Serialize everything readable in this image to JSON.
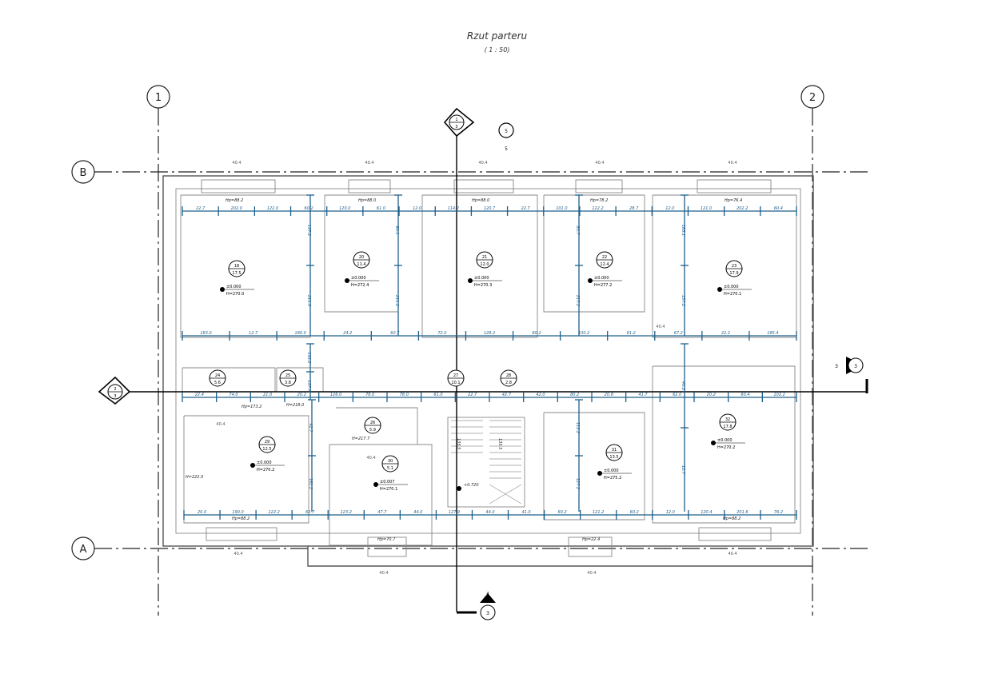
{
  "drawing": {
    "title": "Rzut parteru",
    "scale": "( 1 : 50)"
  },
  "grid": {
    "vertical": [
      "1",
      "2"
    ],
    "horizontal": [
      "B",
      "A"
    ]
  },
  "section_markers": {
    "top": {
      "letter": "1",
      "sheet": "3"
    },
    "left": {
      "letter": "2",
      "sheet": "3"
    },
    "right": {
      "letter": "3",
      "sheet": "3"
    },
    "bottom": {
      "letter": "4",
      "sheet": "3"
    },
    "elevation": "5"
  },
  "rooms": [
    {
      "number": "18",
      "area": "17.5",
      "level": "±0.000",
      "height": "H=270.0"
    },
    {
      "number": "20",
      "area": "11.4",
      "level": "±0.000",
      "height": "H=272.4"
    },
    {
      "number": "21",
      "area": "12.0",
      "level": "±0.000",
      "height": "H=270.3"
    },
    {
      "number": "22",
      "area": "12.4",
      "level": "±0.000",
      "height": "H=277.2"
    },
    {
      "number": "23",
      "area": "17.9",
      "level": "±0.000",
      "height": "H=270.1"
    },
    {
      "number": "24",
      "area": "5.6"
    },
    {
      "number": "25",
      "area": "3.8"
    },
    {
      "number": "26",
      "area": "5.9"
    },
    {
      "number": "27",
      "area": "10.1"
    },
    {
      "number": "28",
      "area": "2.8"
    },
    {
      "number": "29",
      "area": "12.5",
      "level": "±0.000",
      "height": "H=270.2"
    },
    {
      "number": "30",
      "area": "5.1",
      "level": "±0.007",
      "height": "H=270.1"
    },
    {
      "number": "31",
      "area": "13.5",
      "level": "±0.000",
      "height": "H=275.2"
    },
    {
      "number": "32",
      "area": "17.8",
      "level": "±0.000",
      "height": "H=270.2"
    }
  ],
  "stair": {
    "level": "+0.720",
    "label_a": "135.5",
    "label_b": "135.5"
  },
  "window_labels": {
    "top": [
      "Hp=88.2",
      "Hp=88.0",
      "Hp=88.0",
      "Hp=78.2",
      "Hp=76.4"
    ],
    "bottom": [
      "Hp=88.2",
      "Hp=70.7",
      "Hp=22.4",
      "Hp=88.2"
    ],
    "misc": [
      "Hp=173.2",
      "H=218.0",
      "H=217.7",
      "H=222.0"
    ]
  },
  "dimensions": {
    "top_row": [
      "22.7",
      "202.0",
      "122.0",
      "60.2",
      "120.0",
      "61.0",
      "12.0",
      "114.2",
      "120.7",
      "22.7",
      "101.0",
      "122.2",
      "28.7",
      "12.0",
      "121.0",
      "202.2",
      "60.4"
    ],
    "upper_mid": [
      "183.0",
      "12.7",
      "180.0",
      "24.2",
      "60.7",
      "72.0",
      "128.2",
      "80.2",
      "100.2",
      "81.2",
      "67.2",
      "22.2",
      "185.4"
    ],
    "section_row": [
      "22.4",
      "74.0",
      "21.0",
      "20.2",
      "126.0",
      "78.0",
      "78.0",
      "61.0",
      "22.7",
      "42.7",
      "42.0",
      "80.2",
      "20.8",
      "41.7",
      "62.0",
      "20.2",
      "60.4",
      "102.2"
    ],
    "bottom_row": [
      "20.0",
      "190.0",
      "122.2",
      "62.7",
      "123.2",
      "47.7",
      "44.0",
      "127.9",
      "44.0",
      "41.0",
      "60.2",
      "121.2",
      "60.2",
      "12.0",
      "120.4",
      "201.6",
      "76.2"
    ],
    "vertical": [
      "137.2",
      "211.5",
      "60.1",
      "211.2",
      "80.7",
      "217.2",
      "183.1",
      "137.2",
      "112.2",
      "137.7",
      "112.2",
      "127.2",
      "40.2",
      "12.7",
      "42.7",
      "161.2"
    ],
    "opening": [
      "40.4",
      "40.4",
      "40.4",
      "40.4",
      "40.4",
      "40.4",
      "40.4",
      "40.4",
      "40.4",
      "40.4",
      "40.4",
      "40.4"
    ]
  },
  "colors": {
    "dimension": "#1f5f8b",
    "wall": "#555555",
    "grid": "#222222"
  }
}
